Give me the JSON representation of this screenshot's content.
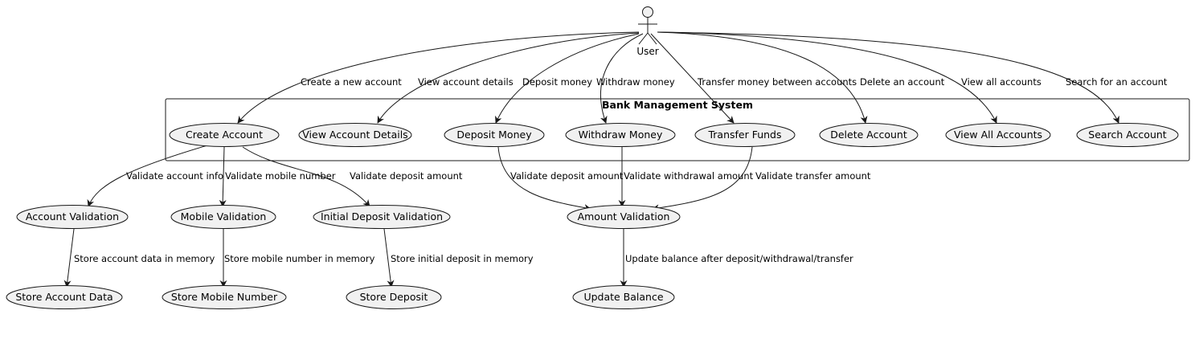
{
  "actor": {
    "name": "User"
  },
  "system": {
    "title": "Bank Management System"
  },
  "use_cases": {
    "create_account": "Create Account",
    "view_account_details": "View Account Details",
    "deposit_money": "Deposit Money",
    "withdraw_money": "Withdraw Money",
    "transfer_funds": "Transfer Funds",
    "delete_account": "Delete Account",
    "view_all_accounts": "View All Accounts",
    "search_account": "Search Account",
    "account_validation": "Account Validation",
    "mobile_validation": "Mobile Validation",
    "initial_deposit_validation": "Initial Deposit Validation",
    "amount_validation": "Amount Validation",
    "store_account_data": "Store Account Data",
    "store_mobile_number": "Store Mobile Number",
    "store_deposit": "Store Deposit",
    "update_balance": "Update Balance"
  },
  "edges": {
    "create_new_account": "Create a new account",
    "view_account_details": "View account details",
    "deposit_money": "Deposit money",
    "withdraw_money": "Withdraw money",
    "transfer_money": "Transfer money between accounts",
    "delete_account": "Delete an account",
    "view_all_accounts": "View all accounts",
    "search_account": "Search for an account",
    "validate_account_info": "Validate account info",
    "validate_mobile_number": "Validate mobile number",
    "validate_deposit_amount_initial": "Validate deposit amount",
    "validate_deposit_amount": "Validate deposit amount",
    "validate_withdrawal_amount": "Validate withdrawal amount",
    "validate_transfer_amount": "Validate transfer amount",
    "store_account_data": "Store account data in memory",
    "store_mobile_number": "Store mobile number in memory",
    "store_initial_deposit": "Store initial deposit in memory",
    "update_balance": "Update balance after deposit/withdrawal/transfer"
  },
  "colors": {
    "usecase_fill": "#f1f1f1",
    "stroke": "#181818"
  }
}
